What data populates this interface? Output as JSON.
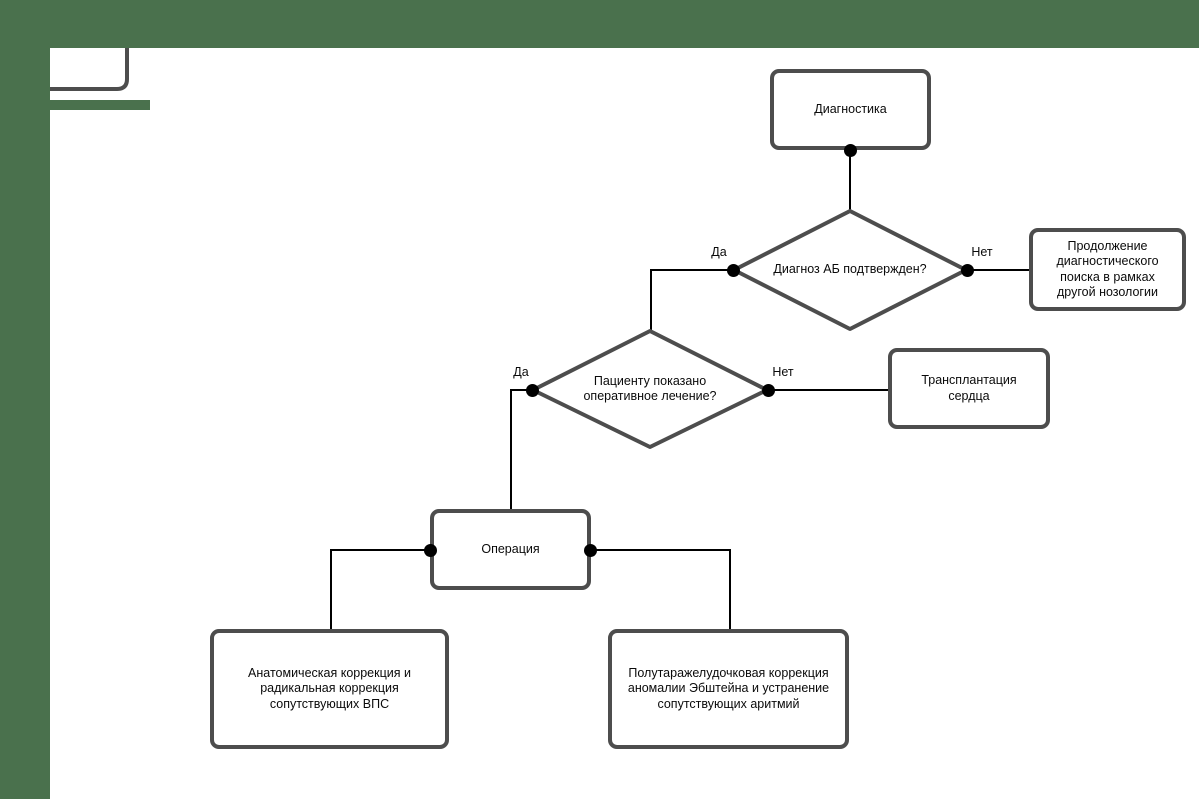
{
  "colors": {
    "chrome": "#4a714d",
    "canvas": "#ffffff",
    "shape_border": "#4d4d4d",
    "connector": "#000000",
    "text": "#0a0a0a"
  },
  "flowchart": {
    "nodes": {
      "diagnostics": {
        "label": "Диагностика"
      },
      "diagnosis_confirmed": {
        "label": "Диагноз АБ подтвержден?"
      },
      "continue_search": {
        "label": "Продолжение диагностического поиска в рамках другой нозологии"
      },
      "surgery_indicated": {
        "label": "Пациенту показано оперативное лечение?"
      },
      "transplant": {
        "label": "Трансплантация сердца"
      },
      "operation": {
        "label": "Операция"
      },
      "anatomical_correction": {
        "label": "Анатомическая коррекция и радикальная коррекция сопутствующих ВПС"
      },
      "one_and_half_correction": {
        "label": "Полутаражелудочковая коррекция аномалии Эбштейна и устранение сопутствующих аритмий"
      }
    },
    "edge_labels": {
      "diagnosis_yes": "Да",
      "diagnosis_no": "Нет",
      "surgery_yes": "Да",
      "surgery_no": "Нет"
    }
  }
}
